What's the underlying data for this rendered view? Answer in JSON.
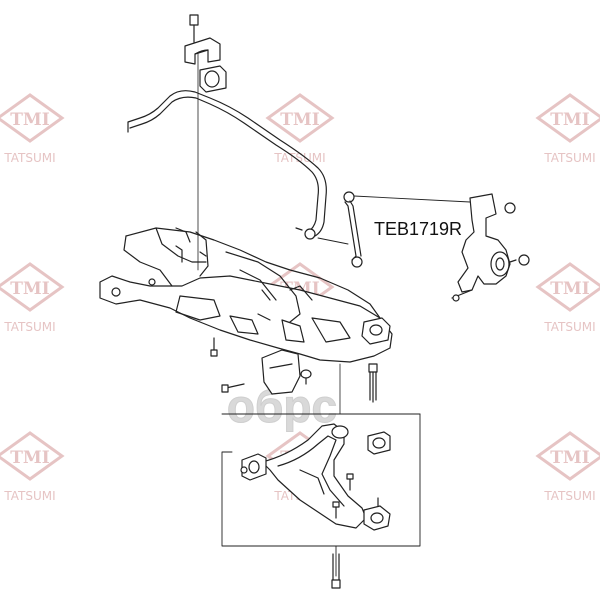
{
  "watermark": {
    "logo": "TMI",
    "brand": "TATSUMI",
    "color": "#e6c4c4"
  },
  "brand_watermark": {
    "text": "oбрс",
    "color": "#d9d9d9"
  },
  "part_label": "TEB1719R",
  "colors": {
    "line": "#222222",
    "fill": "#ffffff",
    "shade": "#dddddd"
  }
}
